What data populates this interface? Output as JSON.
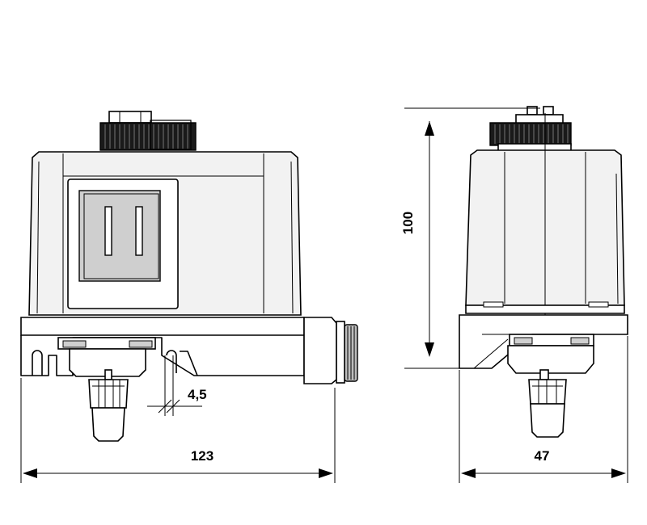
{
  "dimensions": {
    "width_front": "123",
    "width_side": "47",
    "height": "100",
    "offset": "4,5"
  }
}
